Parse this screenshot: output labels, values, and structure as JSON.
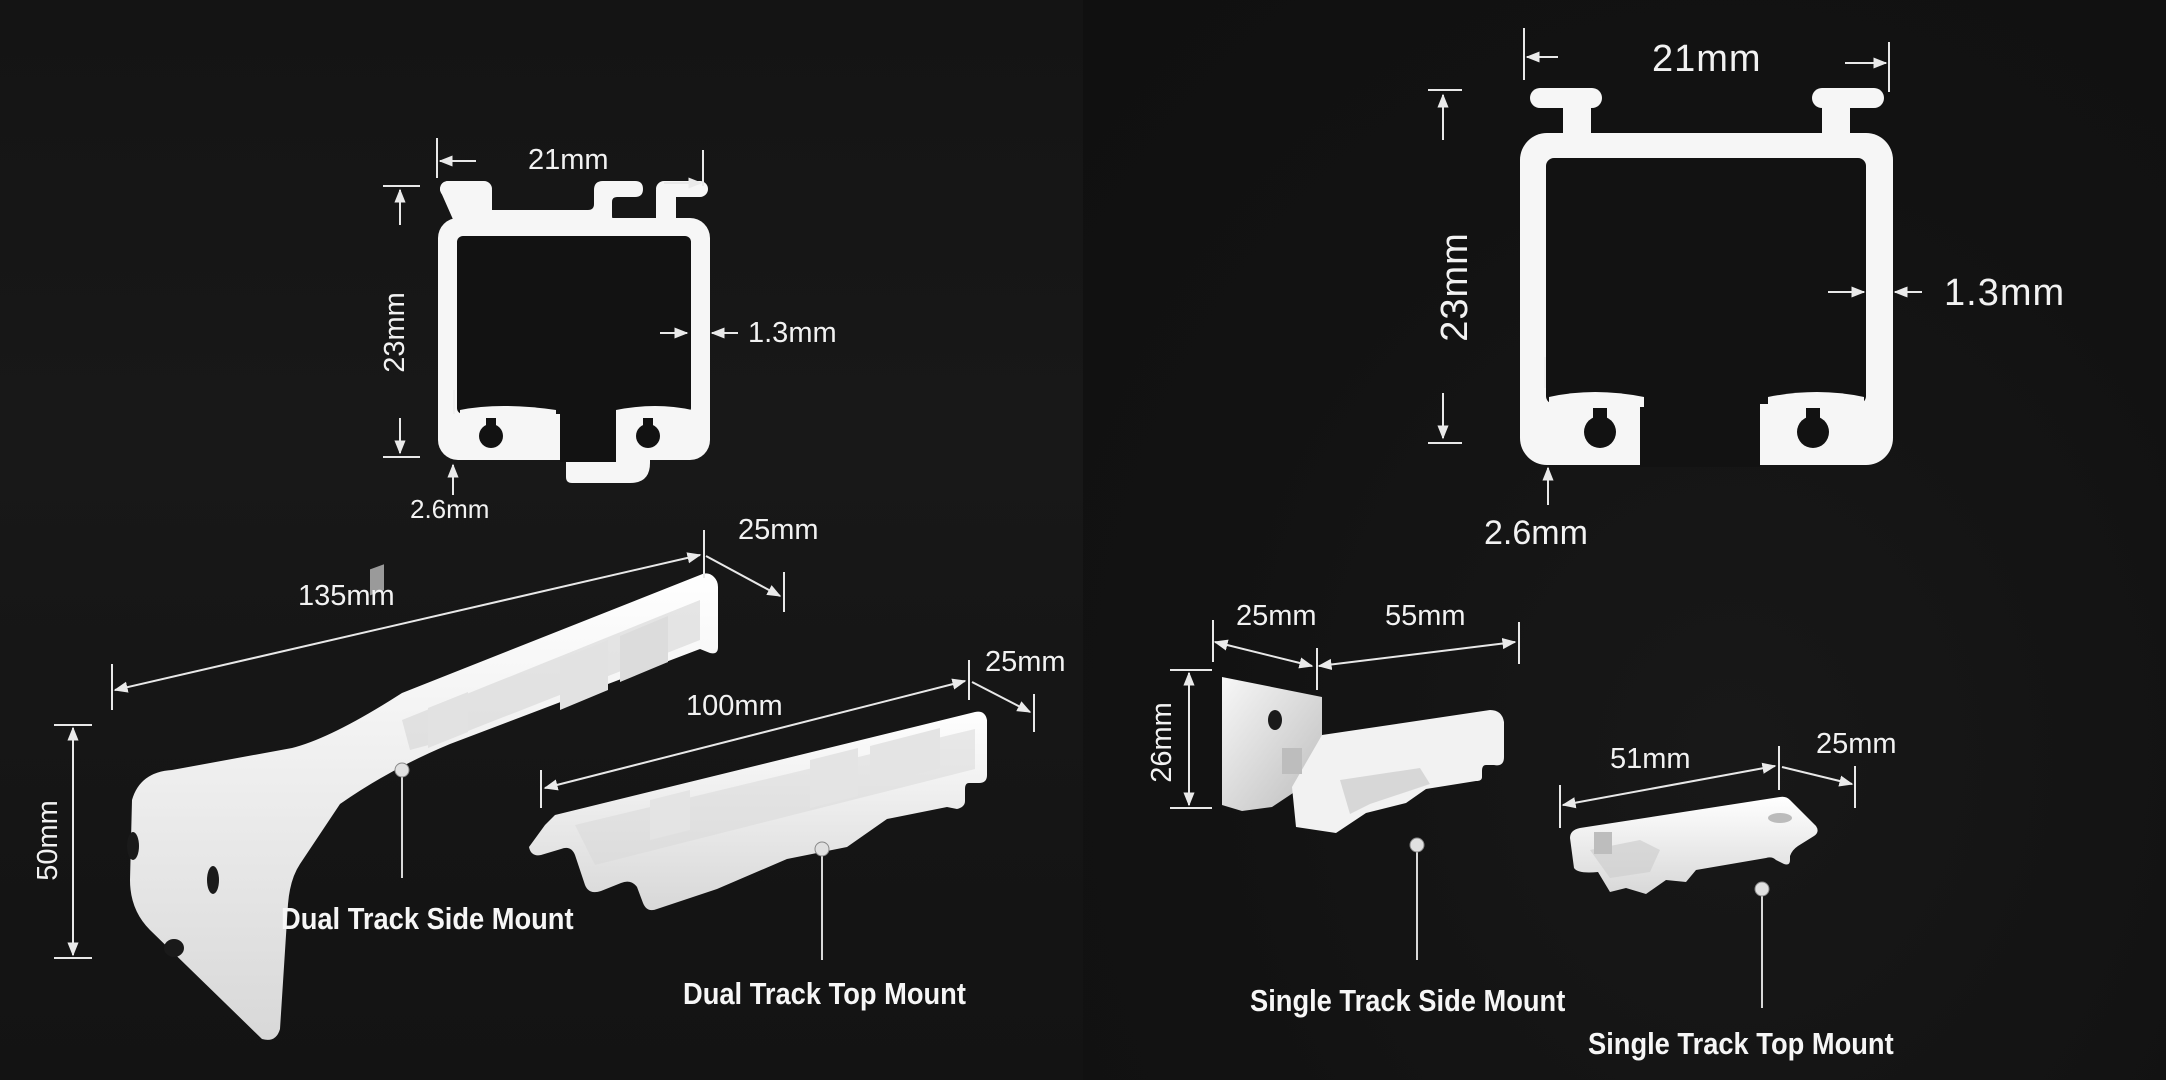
{
  "colors": {
    "background": "#121212",
    "panel_left": "#161616",
    "part": "#f4f4f4",
    "part_shade": "#cfcfcf",
    "text": "#f2f2f2",
    "edge_strip": "#ffffff"
  },
  "dual_track": {
    "profile": {
      "width": "21mm",
      "height": "23mm",
      "wall": "1.3mm",
      "base": "2.6mm"
    },
    "side_mount": {
      "label": "Dual Track Side Mount",
      "length": "135mm",
      "depth": "25mm",
      "height": "50mm"
    },
    "top_mount": {
      "label": "Dual Track Top Mount",
      "length": "100mm",
      "depth": "25mm"
    }
  },
  "single_track": {
    "profile": {
      "width": "21mm",
      "height": "23mm",
      "wall": "1.3mm",
      "base": "2.6mm"
    },
    "side_mount": {
      "label": "Single Track Side Mount",
      "plate_width": "25mm",
      "arm_length": "55mm",
      "height": "26mm"
    },
    "top_mount": {
      "label": "Single Track Top Mount",
      "length": "51mm",
      "depth": "25mm"
    }
  }
}
